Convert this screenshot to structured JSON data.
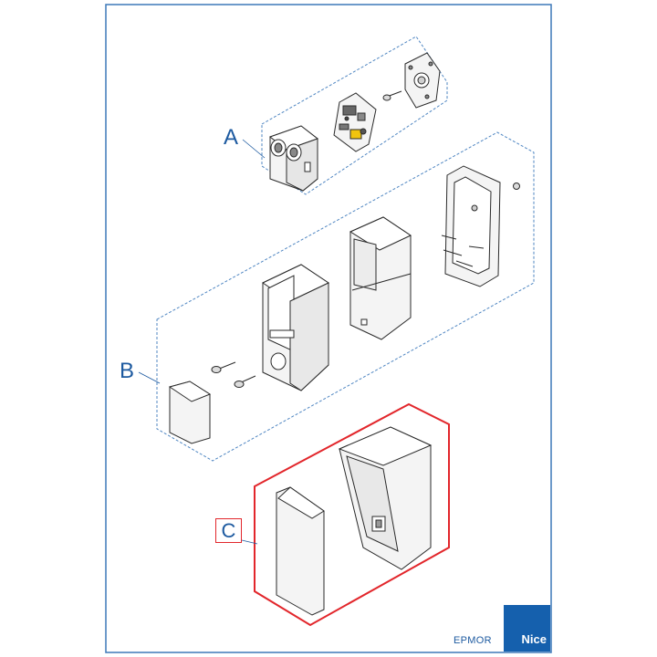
{
  "callouts": {
    "a": "A",
    "b": "B",
    "c": "C"
  },
  "footer": {
    "model_code": "EPMOR",
    "brand": "Nice"
  },
  "colors": {
    "frame": "#3d78b8",
    "callout_text": "#1d5aa0",
    "group_outline": "#4f86c2",
    "highlight": "#e2262b",
    "part_stroke": "#2a2a2a",
    "part_fill": "#f4f4f4",
    "brand_bg": "#1560ad"
  }
}
